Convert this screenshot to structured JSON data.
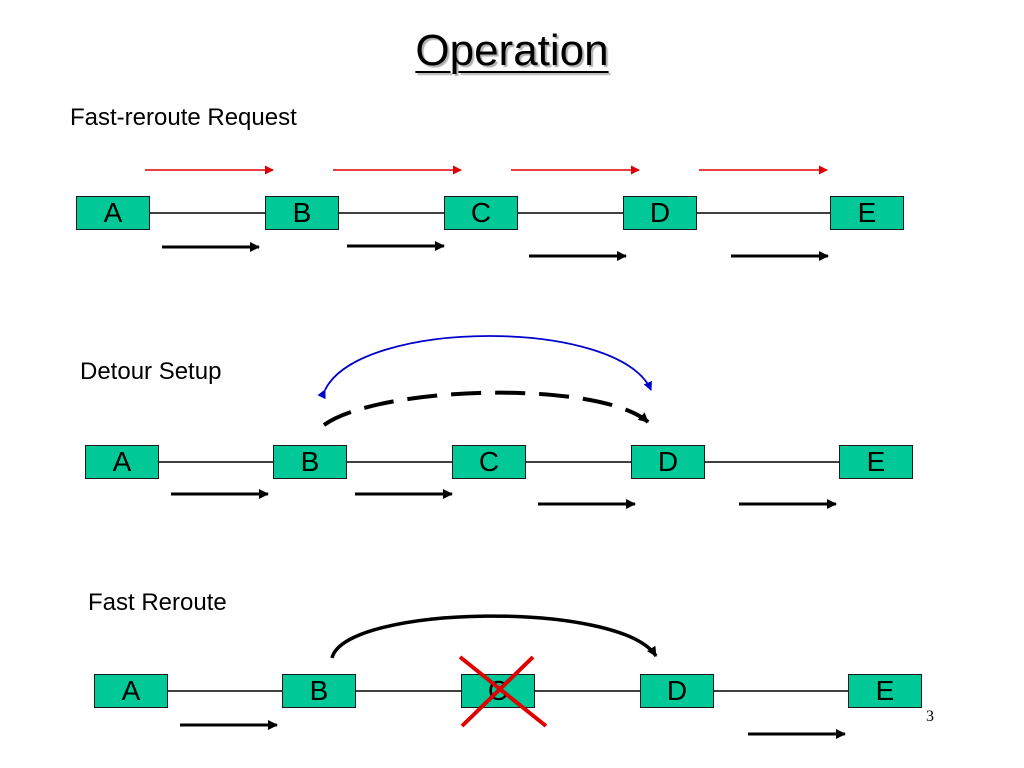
{
  "title": "Operation",
  "page_number": "3",
  "sections": [
    {
      "label": "Fast-reroute Request",
      "nodes": [
        "A",
        "B",
        "C",
        "D",
        "E"
      ]
    },
    {
      "label": "Detour Setup",
      "nodes": [
        "A",
        "B",
        "C",
        "D",
        "E"
      ]
    },
    {
      "label": "Fast Reroute",
      "nodes": [
        "A",
        "B",
        "C",
        "D",
        "E"
      ],
      "failed_node": "C"
    }
  ],
  "colors": {
    "node_fill": "#00c896",
    "request_arrow": "#e00000",
    "detour_arc": "#0000cc",
    "failure_mark": "#e00000"
  }
}
